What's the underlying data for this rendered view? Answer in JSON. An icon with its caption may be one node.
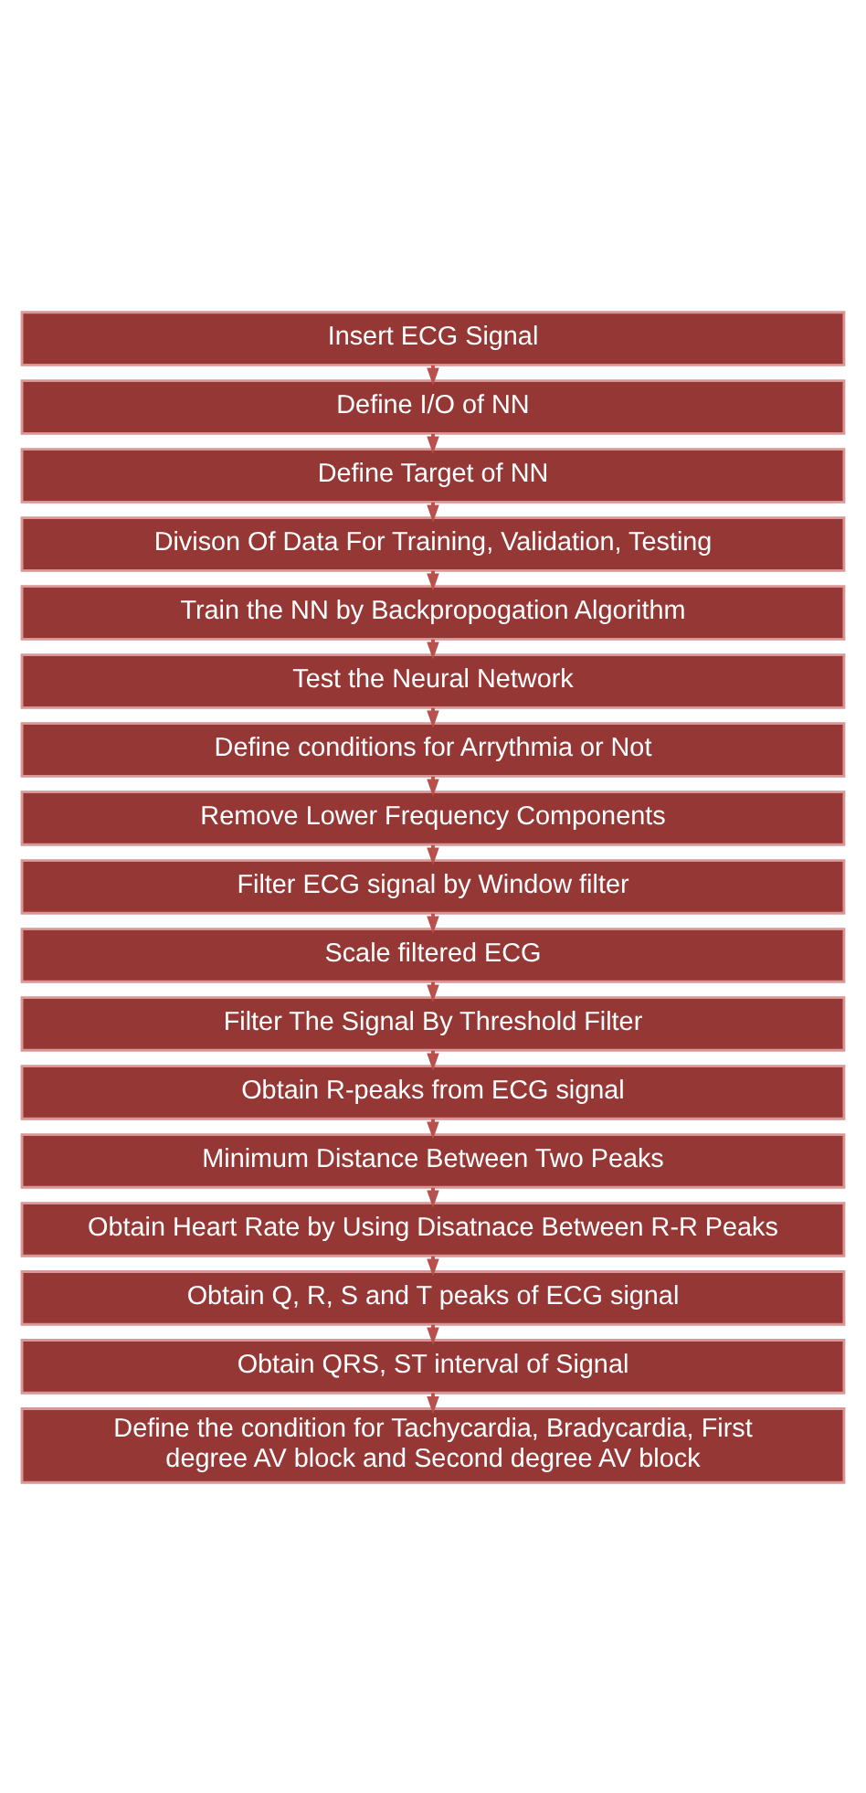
{
  "diagram": {
    "nodes": [
      {
        "text": [
          "Insert ECG Signal"
        ]
      },
      {
        "text": [
          "Define I/O of NN"
        ]
      },
      {
        "text": [
          "Define Target of NN"
        ]
      },
      {
        "text": [
          "Divison Of Data For Training, Validation, Testing"
        ]
      },
      {
        "text": [
          "Train the NN by Backpropogation Algorithm"
        ]
      },
      {
        "text": [
          "Test the Neural Network"
        ]
      },
      {
        "text": [
          "Define conditions for Arrythmia or Not"
        ]
      },
      {
        "text": [
          "Remove Lower Frequency Components"
        ]
      },
      {
        "text": [
          "Filter ECG signal by Window filter"
        ]
      },
      {
        "text": [
          "Scale filtered ECG"
        ]
      },
      {
        "text": [
          "Filter The Signal By Threshold Filter"
        ]
      },
      {
        "text": [
          "Obtain R-peaks from ECG signal"
        ]
      },
      {
        "text": [
          "Minimum Distance Between Two Peaks"
        ]
      },
      {
        "text": [
          "Obtain Heart Rate by Using Disatnace Between R-R Peaks"
        ]
      },
      {
        "text": [
          "Obtain Q, R, S and T peaks of ECG signal"
        ]
      },
      {
        "text": [
          "Obtain QRS, ST interval of Signal"
        ]
      },
      {
        "text": [
          "Define the condition for Tachycardia, Bradycardia, First degree AV block and Second degree AV block"
        ]
      }
    ],
    "edges": [
      {
        "from": 0,
        "to": 1,
        "arrow": "to"
      },
      {
        "from": 1,
        "to": 2,
        "arrow": "to"
      },
      {
        "from": 2,
        "to": 3,
        "arrow": "to"
      },
      {
        "from": 3,
        "to": 4,
        "arrow": "to"
      },
      {
        "from": 4,
        "to": 5,
        "arrow": "to"
      },
      {
        "from": 5,
        "to": 6,
        "arrow": "to"
      },
      {
        "from": 6,
        "to": 7,
        "arrow": "to"
      },
      {
        "from": 7,
        "to": 8,
        "arrow": "to"
      },
      {
        "from": 8,
        "to": 9,
        "arrow": "to"
      },
      {
        "from": 9,
        "to": 10,
        "arrow": "to"
      },
      {
        "from": 10,
        "to": 11,
        "arrow": "to"
      },
      {
        "from": 11,
        "to": 12,
        "arrow": "to"
      },
      {
        "from": 12,
        "to": 13,
        "arrow": "to"
      },
      {
        "from": 13,
        "to": 14,
        "arrow": "to"
      },
      {
        "from": 14,
        "to": 15,
        "arrow": "to"
      },
      {
        "from": 15,
        "to": 16,
        "arrow": "to"
      }
    ]
  }
}
